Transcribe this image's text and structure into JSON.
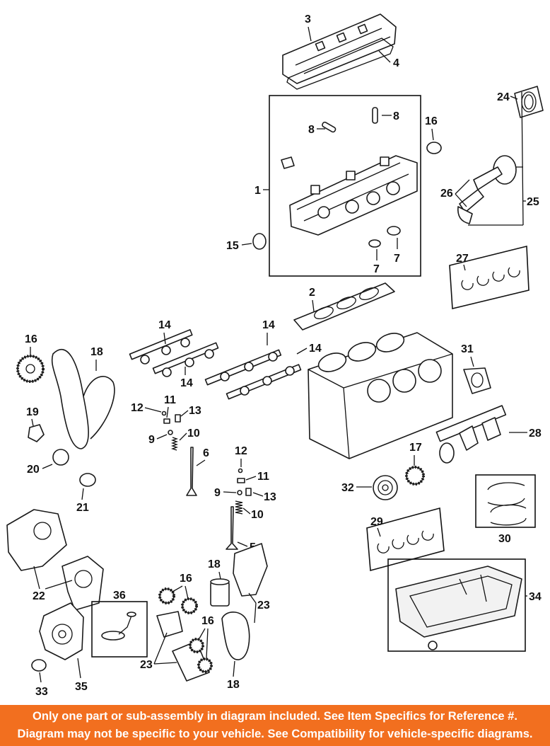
{
  "diagram": {
    "callouts": {
      "c1": "1",
      "c2": "2",
      "c3": "3",
      "c4": "4",
      "c5": "5",
      "c6": "6",
      "c7a": "7",
      "c7b": "7",
      "c8a": "8",
      "c8b": "8",
      "c9a": "9",
      "c9b": "9",
      "c10a": "10",
      "c10b": "10",
      "c11a": "11",
      "c11b": "11",
      "c12a": "12",
      "c12b": "12",
      "c13a": "13",
      "c13b": "13",
      "c14a": "14",
      "c14b": "14",
      "c14c": "14",
      "c14d": "14",
      "c15": "15",
      "c16a": "16",
      "c16b": "16",
      "c16c": "16",
      "c16d": "16",
      "c17": "17",
      "c18a": "18",
      "c18b": "18",
      "c18c": "18",
      "c19": "19",
      "c20": "20",
      "c21": "21",
      "c22": "22",
      "c23a": "23",
      "c23b": "23",
      "c24": "24",
      "c25": "25",
      "c26": "26",
      "c27": "27",
      "c28": "28",
      "c29": "29",
      "c30": "30",
      "c31": "31",
      "c32": "32",
      "c33": "33",
      "c34": "34",
      "c35": "35",
      "c36": "36"
    }
  },
  "banner": {
    "line1": "Only one part or sub-assembly in diagram included. See Item Specifics for Reference #.",
    "line2": "Diagram may not be specific to your vehicle. See Compatibility for vehicle-specific diagrams.",
    "background": "#f26f1f",
    "text_color": "#ffffff"
  }
}
